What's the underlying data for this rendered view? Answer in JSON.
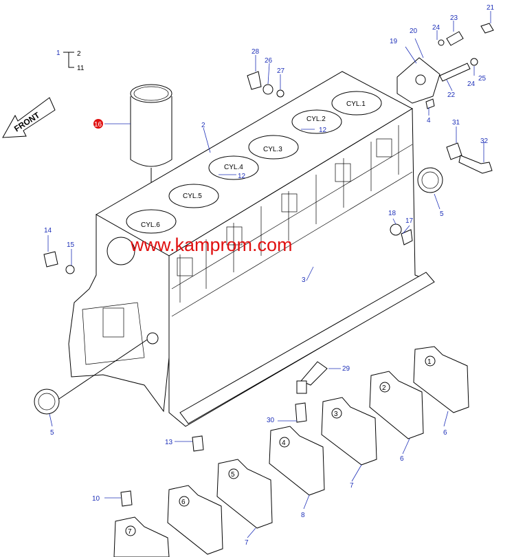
{
  "watermark": "www.kamprom.com",
  "front_label": "FRONT",
  "legend": {
    "parent": "1",
    "children": [
      "2",
      "11"
    ]
  },
  "cylinders": [
    "CYL.1",
    "CYL.2",
    "CYL.3",
    "CYL.4",
    "CYL.5",
    "CYL.6"
  ],
  "callouts": {
    "n2": "2",
    "n3": "3",
    "n4": "4",
    "n5a": "5",
    "n5b": "5",
    "n6a": "6",
    "n6b": "6",
    "n7a": "7",
    "n7b": "7",
    "n8": "8",
    "n10": "10",
    "n12a": "12",
    "n12b": "12",
    "n13": "13",
    "n14": "14",
    "n15": "15",
    "n16": "16",
    "n17": "17",
    "n18": "18",
    "n19": "19",
    "n20": "20",
    "n21": "21",
    "n22": "22",
    "n23": "23",
    "n24a": "24",
    "n24b": "24",
    "n25": "25",
    "n26": "26",
    "n27": "27",
    "n28": "28",
    "n29": "29",
    "n30": "30",
    "n31": "31",
    "n32": "32"
  },
  "cap_numbers": [
    "1",
    "2",
    "3",
    "4",
    "5",
    "6",
    "7"
  ],
  "colors": {
    "callout": "#1d2fb8",
    "watermark": "#e01010",
    "highlight": "#e01010",
    "line": "#000000"
  }
}
